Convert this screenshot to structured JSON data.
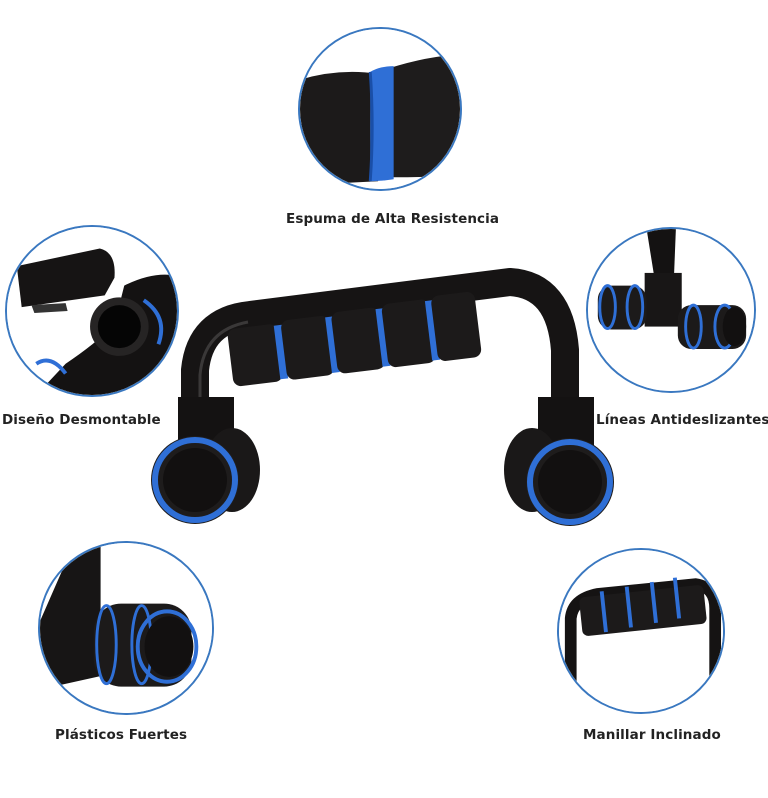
{
  "colors": {
    "accent_blue": "#2f6fd6",
    "circle_outline": "#3a78c0",
    "foam_black": "#1c1a1a",
    "plastic_black": "#141212",
    "label_text": "#222222",
    "background": "#ffffff"
  },
  "main_product": {
    "name": "push-up-bar",
    "description": "Black U-shaped push-up bar with foam grip and blue rings"
  },
  "features": [
    {
      "id": "top",
      "label": "Espuma de Alta Resistencia",
      "detail": "foam-grip-closeup"
    },
    {
      "id": "left",
      "label": "Diseño Desmontable",
      "detail": "detachable-joint-closeup"
    },
    {
      "id": "right",
      "label": "Líneas Antideslizantes",
      "detail": "anti-slip-base-closeup"
    },
    {
      "id": "bottom-left",
      "label": "Plásticos Fuertes",
      "detail": "strong-plastic-foot-closeup"
    },
    {
      "id": "bottom-right",
      "label": "Manillar Inclinado",
      "detail": "inclined-handle-closeup"
    }
  ]
}
